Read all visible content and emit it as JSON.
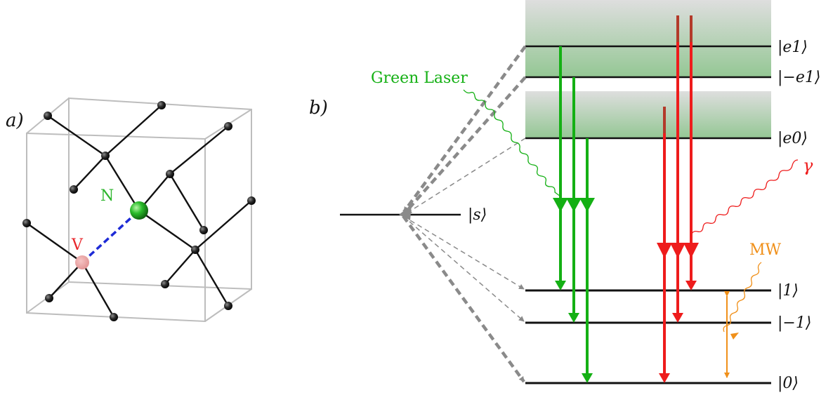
{
  "panel_a": {
    "label": "a)",
    "nitrogen_label": "N",
    "vacancy_label": "V",
    "colors": {
      "nitrogen": "#2db52d",
      "vacancy": "#e8262b",
      "bond": "#111111",
      "vn_link": "#1e2bd6",
      "cell": "#bdbdbd"
    }
  },
  "panel_b": {
    "label": "b)",
    "levels": {
      "e1": "|e1⟩",
      "me1": "|−e1⟩",
      "e0": "|e0⟩",
      "s": "|s⟩",
      "g1": "|1⟩",
      "gm1": "|−1⟩",
      "g0": "|0⟩"
    },
    "annotations": {
      "green_laser": "Green Laser",
      "gamma": "γ",
      "mw": "MW"
    },
    "colors": {
      "green": "#14b014",
      "red": "#ee1c1c",
      "orange": "#f0901a",
      "gray": "#8a8a8a",
      "band_top": "#d9d9d9",
      "band_bottom": "#98c998"
    }
  }
}
